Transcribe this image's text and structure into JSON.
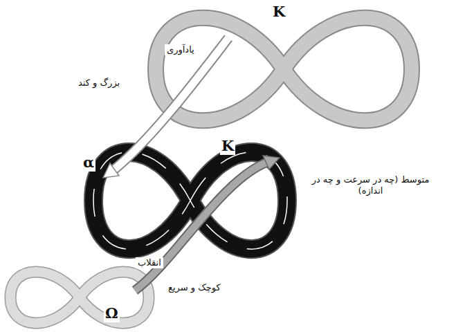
{
  "diagram": {
    "labels": [
      "K",
      "یادآوری",
      "بزرگ و کند",
      "α",
      "K",
      "متوسط (چه در سرعت و چه در اندازه)",
      "انقلاب",
      "کوچک و سریع",
      "Ω"
    ]
  }
}
